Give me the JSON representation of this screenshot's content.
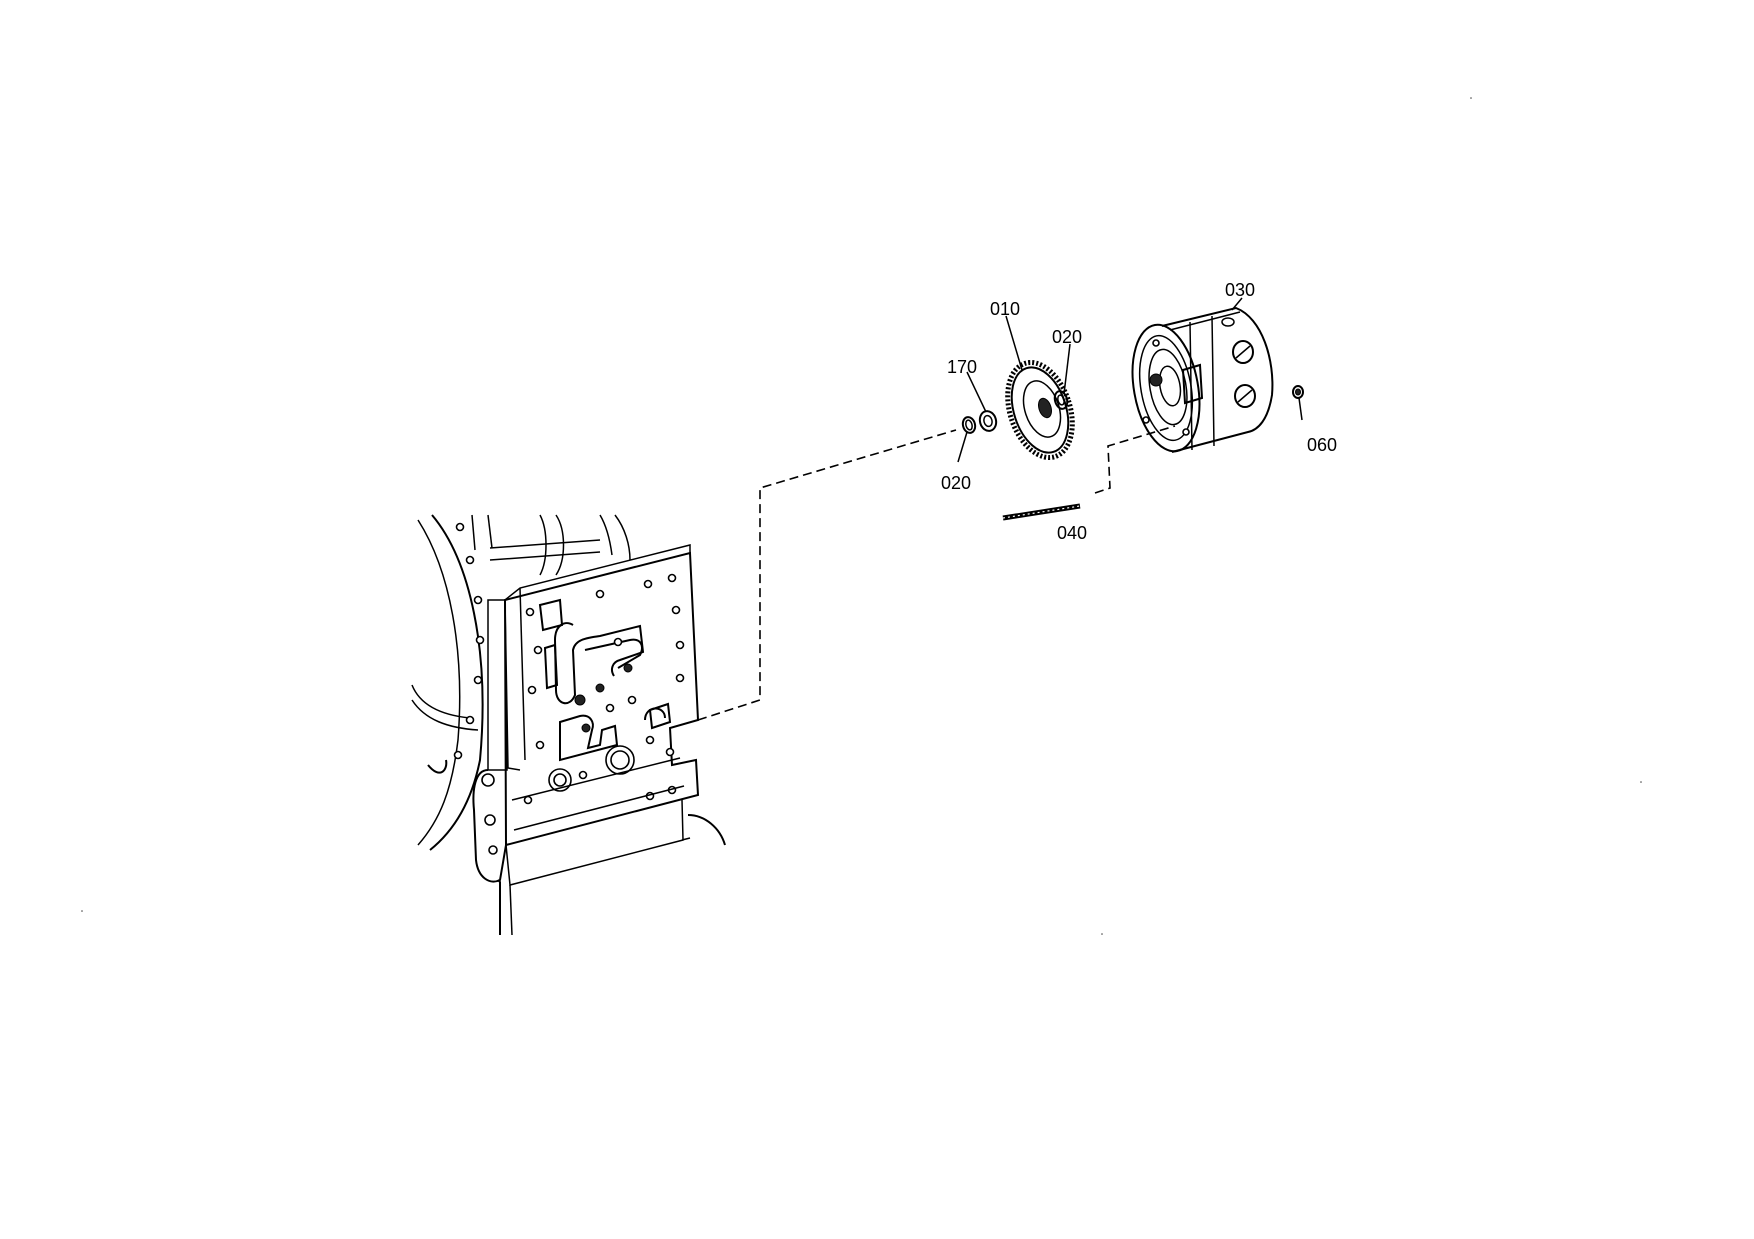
{
  "callouts": {
    "p010": "010",
    "p020_top": "020",
    "p020_bottom": "020",
    "p030": "030",
    "p040": "040",
    "p060": "060",
    "p170": "170"
  }
}
